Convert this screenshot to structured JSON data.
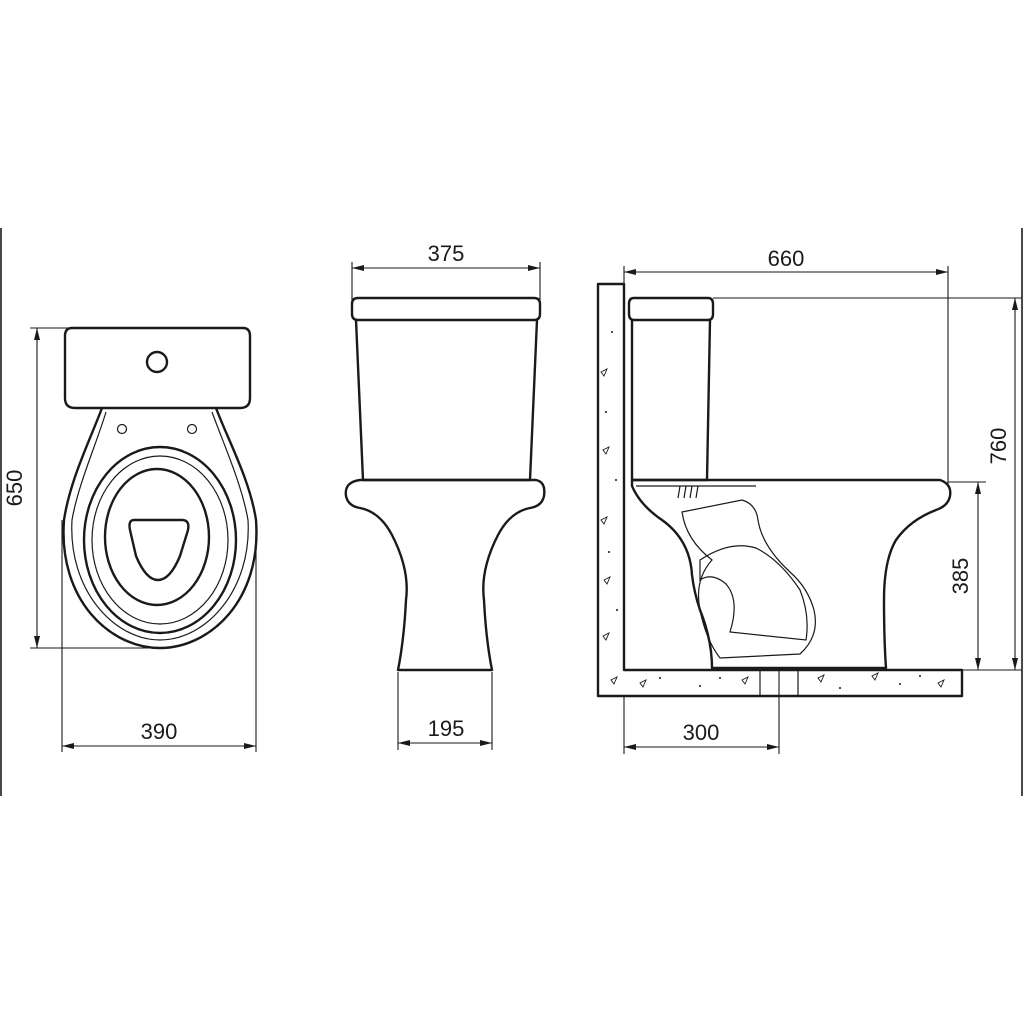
{
  "dimensions": {
    "top_view_length": "650",
    "top_view_width": "390",
    "front_tank_width": "375",
    "front_base_width": "195",
    "side_depth": "660",
    "side_total_height": "760",
    "side_seat_height": "385",
    "side_outlet_distance": "300"
  },
  "colors": {
    "line": "#1a1a1a",
    "background": "#ffffff"
  }
}
